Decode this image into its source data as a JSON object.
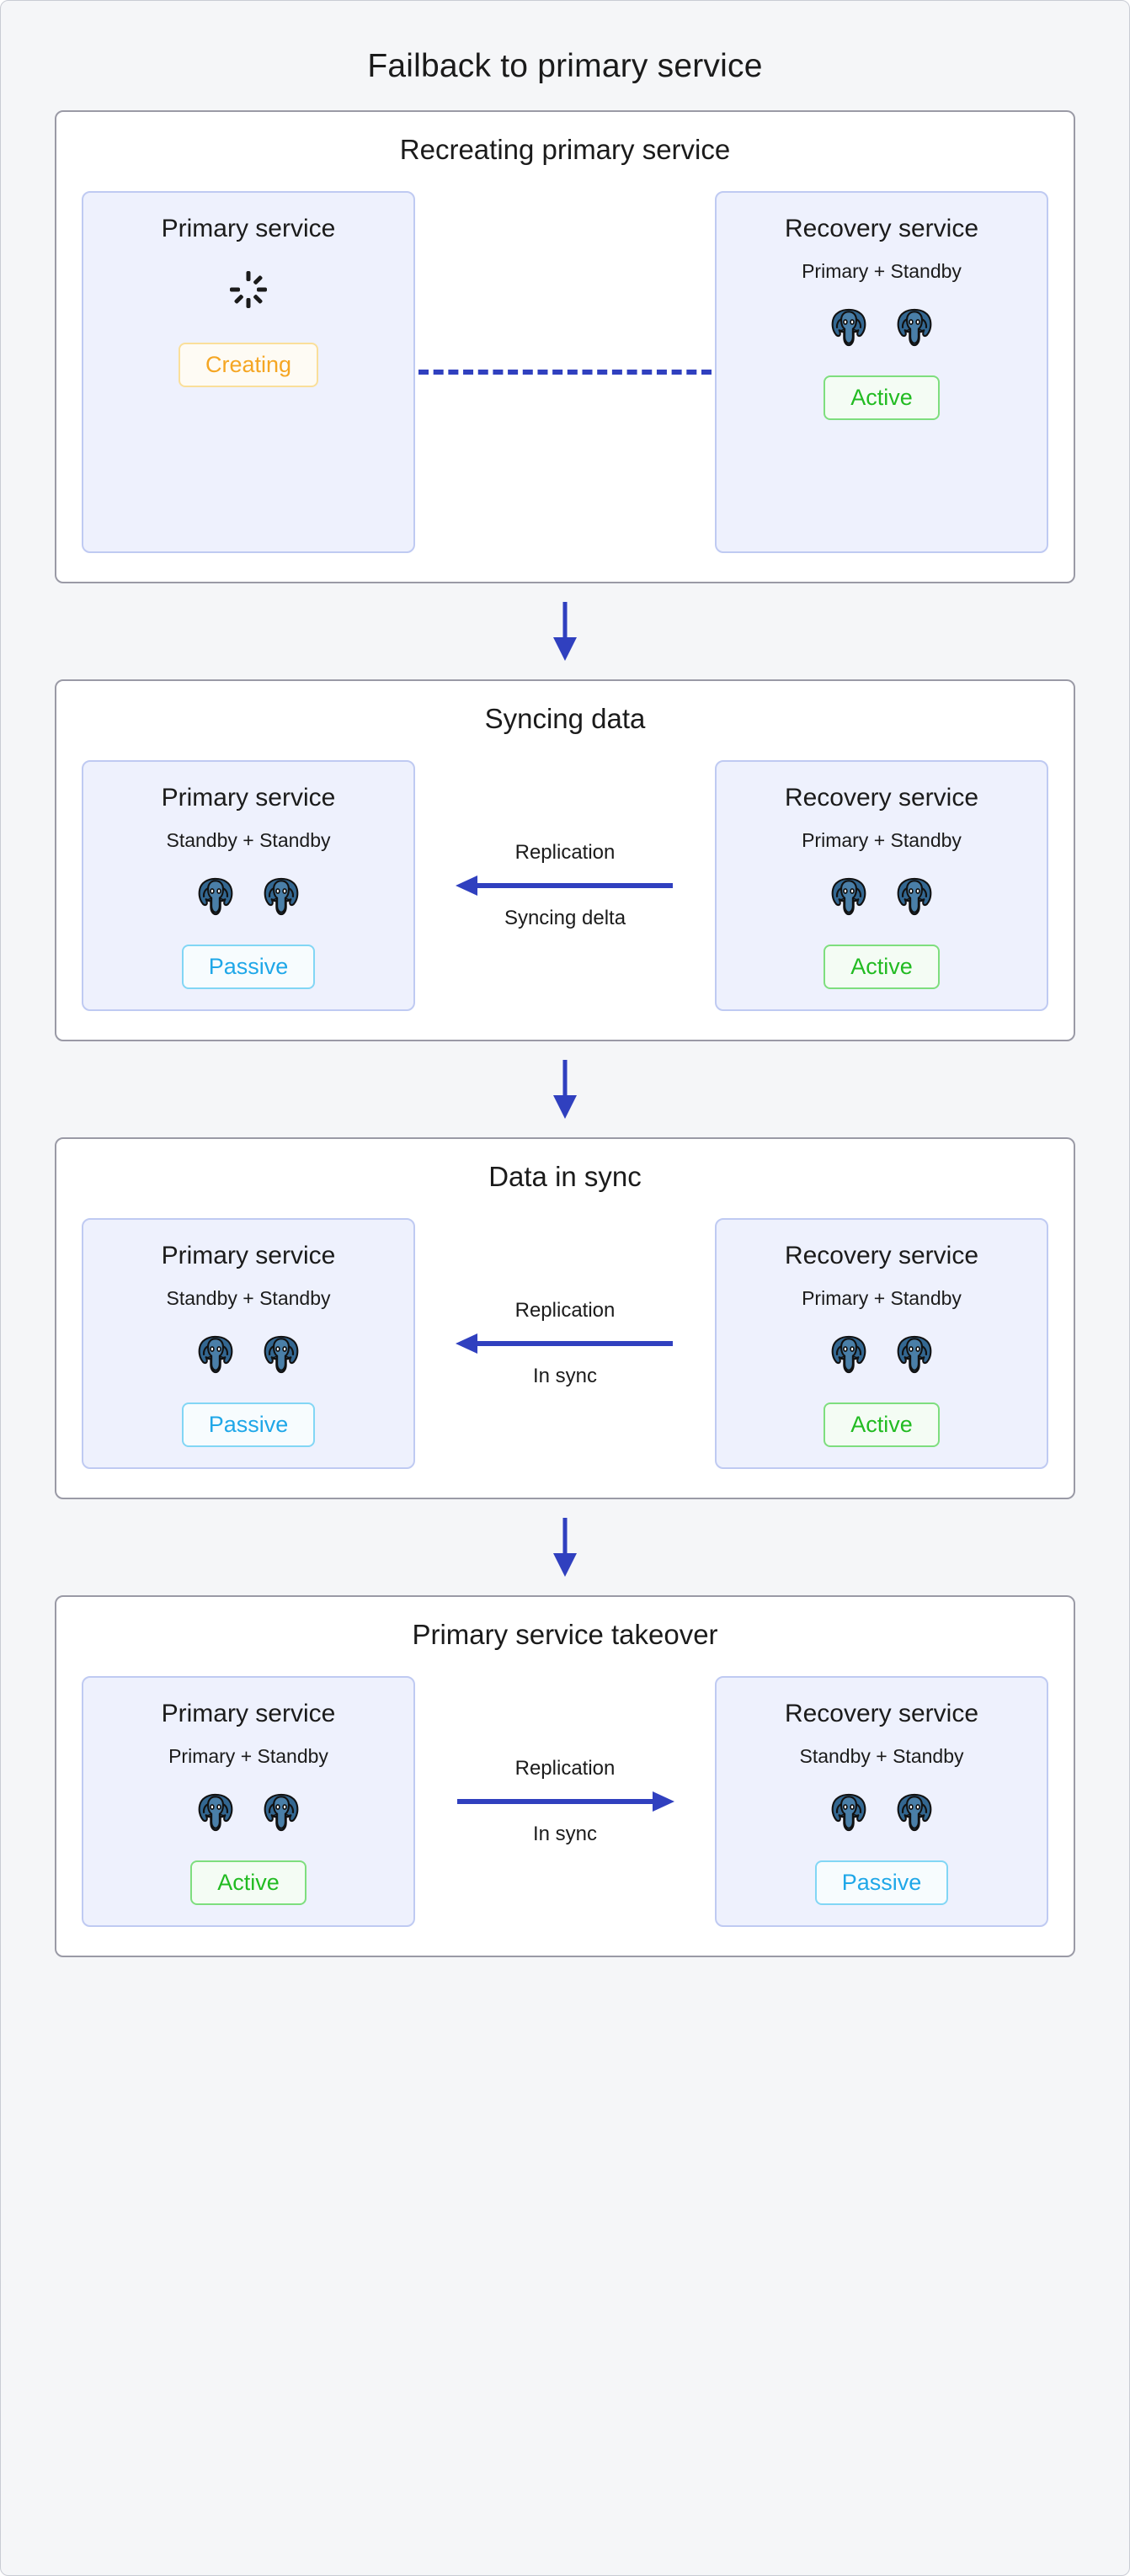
{
  "page": {
    "title": "Failback to primary service",
    "background_color": "#f5f6f8",
    "accent_color": "#3040bf"
  },
  "status_colors": {
    "active": "#22bb22",
    "passive": "#1fa7e8",
    "creating": "#f5a623"
  },
  "node_icon": "postgresql-elephant-icon",
  "step_arrow_icon": "arrow-down-icon",
  "stages": [
    {
      "title": "Recreating primary service",
      "left": {
        "name": "Primary service",
        "roles": "",
        "icon": "loading-spinner-icon",
        "status": "Creating",
        "status_kind": "creating",
        "node_count": 0
      },
      "connector": {
        "style": "dashed",
        "direction": "none",
        "label_top": "",
        "label_bottom": ""
      },
      "right": {
        "name": "Recovery service",
        "roles": "Primary + Standby",
        "status": "Active",
        "status_kind": "active",
        "node_count": 2
      }
    },
    {
      "title": "Syncing data",
      "left": {
        "name": "Primary service",
        "roles": "Standby + Standby",
        "status": "Passive",
        "status_kind": "passive",
        "node_count": 2
      },
      "connector": {
        "style": "solid",
        "direction": "left",
        "label_top": "Replication",
        "label_bottom": "Syncing delta"
      },
      "right": {
        "name": "Recovery service",
        "roles": "Primary + Standby",
        "status": "Active",
        "status_kind": "active",
        "node_count": 2
      }
    },
    {
      "title": "Data in sync",
      "left": {
        "name": "Primary service",
        "roles": "Standby + Standby",
        "status": "Passive",
        "status_kind": "passive",
        "node_count": 2
      },
      "connector": {
        "style": "solid",
        "direction": "left",
        "label_top": "Replication",
        "label_bottom": "In sync"
      },
      "right": {
        "name": "Recovery service",
        "roles": "Primary + Standby",
        "status": "Active",
        "status_kind": "active",
        "node_count": 2
      }
    },
    {
      "title": "Primary service takeover",
      "left": {
        "name": "Primary service",
        "roles": "Primary + Standby",
        "status": "Active",
        "status_kind": "active",
        "node_count": 2
      },
      "connector": {
        "style": "solid",
        "direction": "right",
        "label_top": "Replication",
        "label_bottom": "In sync"
      },
      "right": {
        "name": "Recovery service",
        "roles": "Standby + Standby",
        "status": "Passive",
        "status_kind": "passive",
        "node_count": 2
      }
    }
  ]
}
